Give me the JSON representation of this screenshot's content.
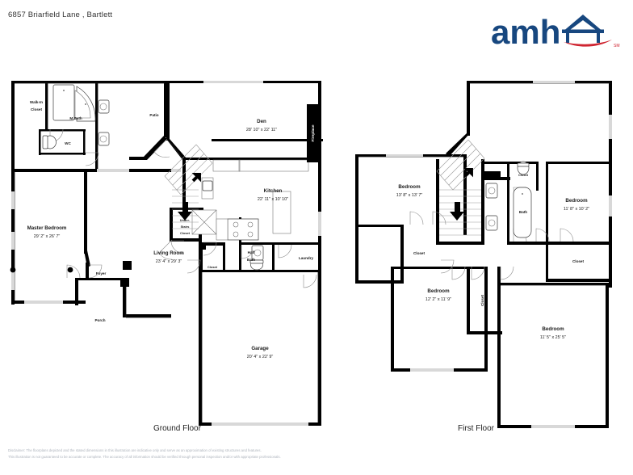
{
  "header": {
    "address": "6857 Briarfield Lane , Bartlett",
    "logo_text": "amh",
    "logo_blue": "#17477f",
    "logo_red": "#cf2430",
    "logo_icon": "house-roof-icon"
  },
  "floors": {
    "ground": {
      "label": "Ground Floor",
      "rooms": [
        {
          "name": "Walk-In Closet",
          "line1": "Walk-In",
          "line2": "Closet",
          "dim": ""
        },
        {
          "name": "M.Bath",
          "dim": ""
        },
        {
          "name": "WC",
          "dim": ""
        },
        {
          "name": "Patio",
          "dim": ""
        },
        {
          "name": "Den",
          "dim": "28' 10\" x 22' 11\""
        },
        {
          "name": "Fireplace",
          "dim": ""
        },
        {
          "name": "Kitchen",
          "dim": "22' 11\" x 10' 10\""
        },
        {
          "name": "Under-Stairs Closet",
          "line1": "Under-",
          "line2": "Stairs",
          "line3": "Closet",
          "dim": ""
        },
        {
          "name": "Master Bedroom",
          "dim": "29' 2\" x 26' 7\""
        },
        {
          "name": "Living Room",
          "dim": "23' 4\" x 29' 3\""
        },
        {
          "name": "Foyer",
          "dim": ""
        },
        {
          "name": "Porch",
          "dim": ""
        },
        {
          "name": "Closet",
          "dim": ""
        },
        {
          "name": "Half Bath",
          "line1": "Half",
          "line2": "Bath",
          "dim": ""
        },
        {
          "name": "Laundry",
          "dim": ""
        },
        {
          "name": "Garage",
          "dim": "20' 4\" x 22' 9\""
        }
      ]
    },
    "first": {
      "label": "First Floor",
      "rooms": [
        {
          "name": "Bedroom",
          "dim": "13' 8\" x 13' 7\""
        },
        {
          "name": "Closet",
          "dim": ""
        },
        {
          "name": "Bath",
          "dim": ""
        },
        {
          "name": "Bedroom",
          "dim": "11' 8\" x 10' 2\""
        },
        {
          "name": "Closet",
          "dim": ""
        },
        {
          "name": "Closet",
          "dim": ""
        },
        {
          "name": "Closet",
          "dim": ""
        },
        {
          "name": "Bedroom",
          "dim": "12' 2\" x 11' 9\""
        },
        {
          "name": "Bedroom",
          "dim": "11' 5\" x 25' 5\""
        }
      ]
    }
  },
  "labels": {
    "walk_in_1": "Walk-In",
    "walk_in_2": "Closet",
    "mbath": "M.Bath",
    "wc": "WC",
    "patio": "Patio",
    "den": "Den",
    "den_dim": "28' 10\" x 22' 11\"",
    "fireplace": "Fireplace",
    "kitchen": "Kitchen",
    "kitchen_dim": "22' 11\" x 10' 10\"",
    "understairs_1": "Under-",
    "understairs_2": "Stairs",
    "understairs_3": "Closet",
    "master": "Master Bedroom",
    "master_dim": "29' 2\" x 26' 7\"",
    "living": "Living Room",
    "living_dim": "23' 4\" x 29' 3\"",
    "foyer": "Foyer",
    "porch": "Porch",
    "closet_lr": "Closet",
    "half_1": "Half",
    "half_2": "Bath",
    "laundry": "Laundry",
    "garage": "Garage",
    "garage_dim": "20' 4\" x 22' 9\"",
    "bed1": "Bedroom",
    "bed1_dim": "13' 8\" x 13' 7\"",
    "bed2": "Bedroom",
    "bed2_dim": "11' 8\" x 10' 2\"",
    "bed3": "Bedroom",
    "bed3_dim": "12' 2\" x 11' 9\"",
    "bed4": "Bedroom",
    "bed4_dim": "11' 5\" x 25' 5\"",
    "bath_ff": "Bath",
    "closet_stair": "Closet",
    "closet_b1": "Closet",
    "closet_b2": "Closet",
    "closet_vert": "Closet",
    "closet_ff_right": "Closet"
  },
  "disclaimer": {
    "line1": "Disclaimer: The floorplans depicted and the stated dimensions in this illustration are indicative only and serve as an approximation of existing structures and features.",
    "line2": "This illustration is not guaranteed to be accurate or complete. The accuracy of all information should be verified through personal inspection and/or with appropriate professionals."
  }
}
